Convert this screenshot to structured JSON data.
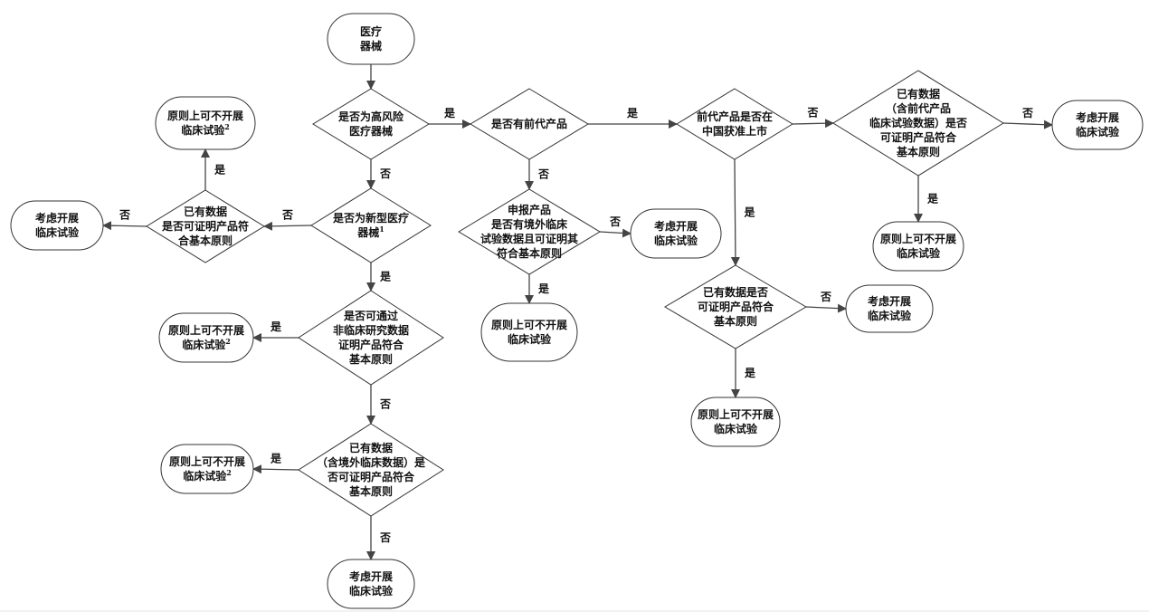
{
  "nodes": [
    {
      "id": "start",
      "shape": "terminal",
      "lines": [
        "医疗",
        "器械"
      ]
    },
    {
      "id": "d_high_risk",
      "shape": "decision",
      "lines": [
        "是否为高风险",
        "医疗器械"
      ]
    },
    {
      "id": "d_novel",
      "shape": "decision",
      "lines": [
        "是否为新型医疗",
        "器械"
      ],
      "sup": "1"
    },
    {
      "id": "d_nonclinical",
      "shape": "decision",
      "lines": [
        "是否可通过",
        "非临床研究数据",
        "证明产品符合",
        "基本原则"
      ]
    },
    {
      "id": "d_overseas",
      "shape": "decision",
      "lines": [
        "已有数据",
        "（含境外临床数据）是",
        "否可证明产品符合",
        "基本原则"
      ]
    },
    {
      "id": "t_bottom_consider",
      "shape": "terminal",
      "lines": [
        "考虑开展",
        "临床试验"
      ]
    },
    {
      "id": "d_left_existing",
      "shape": "decision",
      "lines": [
        "已有数据",
        "是否可证明产品符",
        "合基本原则"
      ]
    },
    {
      "id": "t_left_exempt",
      "shape": "terminal",
      "lines": [
        "原则上可不开展",
        "临床试验"
      ],
      "sup": "2"
    },
    {
      "id": "t_left_consider",
      "shape": "terminal",
      "lines": [
        "考虑开展",
        "临床试验"
      ]
    },
    {
      "id": "t_nonclinical_exempt",
      "shape": "terminal",
      "lines": [
        "原则上可不开展",
        "临床试验"
      ],
      "sup": "2"
    },
    {
      "id": "t_overseas_exempt",
      "shape": "terminal",
      "lines": [
        "原则上可不开展",
        "临床试验"
      ],
      "sup": "2"
    },
    {
      "id": "d_predecessor",
      "shape": "decision",
      "lines": [
        "是否有前代产品"
      ]
    },
    {
      "id": "d_declared",
      "shape": "decision",
      "lines": [
        "申报产品",
        "是否有境外临床",
        "试验数据且可证明其",
        "符合基本原则"
      ]
    },
    {
      "id": "t_declared_consider",
      "shape": "terminal",
      "lines": [
        "考虑开展",
        "临床试验"
      ]
    },
    {
      "id": "t_declared_exempt",
      "shape": "terminal",
      "lines": [
        "原则上可不开展",
        "临床试验"
      ]
    },
    {
      "id": "d_china_approved",
      "shape": "decision",
      "lines": [
        "前代产品是否在",
        "中国获准上市"
      ]
    },
    {
      "id": "d_approved_existing",
      "shape": "decision",
      "lines": [
        "已有数据是否",
        "可证明产品符合",
        "基本原则"
      ]
    },
    {
      "id": "t_approved_consider",
      "shape": "terminal",
      "lines": [
        "考虑开展",
        "临床试验"
      ]
    },
    {
      "id": "t_approved_exempt",
      "shape": "terminal",
      "lines": [
        "原则上可不开展",
        "临床试验"
      ]
    },
    {
      "id": "d_pred_data",
      "shape": "decision",
      "lines": [
        "已有数据",
        "（含前代产品",
        "临床试验数据）是否",
        "可证明产品符合",
        "基本原则"
      ]
    },
    {
      "id": "t_pred_consider",
      "shape": "terminal",
      "lines": [
        "考虑开展",
        "临床试验"
      ]
    },
    {
      "id": "t_pred_exempt",
      "shape": "terminal",
      "lines": [
        "原则上可不开展",
        "临床试验"
      ]
    }
  ],
  "edges": [
    {
      "from": "start",
      "to": "d_high_risk",
      "label": ""
    },
    {
      "from": "d_high_risk",
      "to": "d_predecessor",
      "label": "是"
    },
    {
      "from": "d_high_risk",
      "to": "d_novel",
      "label": "否"
    },
    {
      "from": "d_novel",
      "to": "d_left_existing",
      "label": "否"
    },
    {
      "from": "d_left_existing",
      "to": "t_left_exempt",
      "label": "是"
    },
    {
      "from": "d_left_existing",
      "to": "t_left_consider",
      "label": "否"
    },
    {
      "from": "d_novel",
      "to": "d_nonclinical",
      "label": "是"
    },
    {
      "from": "d_nonclinical",
      "to": "t_nonclinical_exempt",
      "label": "是"
    },
    {
      "from": "d_nonclinical",
      "to": "d_overseas",
      "label": "否"
    },
    {
      "from": "d_overseas",
      "to": "t_overseas_exempt",
      "label": "是"
    },
    {
      "from": "d_overseas",
      "to": "t_bottom_consider",
      "label": "否"
    },
    {
      "from": "d_predecessor",
      "to": "d_china_approved",
      "label": "是"
    },
    {
      "from": "d_predecessor",
      "to": "d_declared",
      "label": "否"
    },
    {
      "from": "d_declared",
      "to": "t_declared_consider",
      "label": "否"
    },
    {
      "from": "d_declared",
      "to": "t_declared_exempt",
      "label": "是"
    },
    {
      "from": "d_china_approved",
      "to": "d_pred_data",
      "label": "否"
    },
    {
      "from": "d_china_approved",
      "to": "d_approved_existing",
      "label": "是"
    },
    {
      "from": "d_approved_existing",
      "to": "t_approved_consider",
      "label": "否"
    },
    {
      "from": "d_approved_existing",
      "to": "t_approved_exempt",
      "label": "是"
    },
    {
      "from": "d_pred_data",
      "to": "t_pred_consider",
      "label": "否"
    },
    {
      "from": "d_pred_data",
      "to": "t_pred_exempt",
      "label": "是"
    }
  ]
}
